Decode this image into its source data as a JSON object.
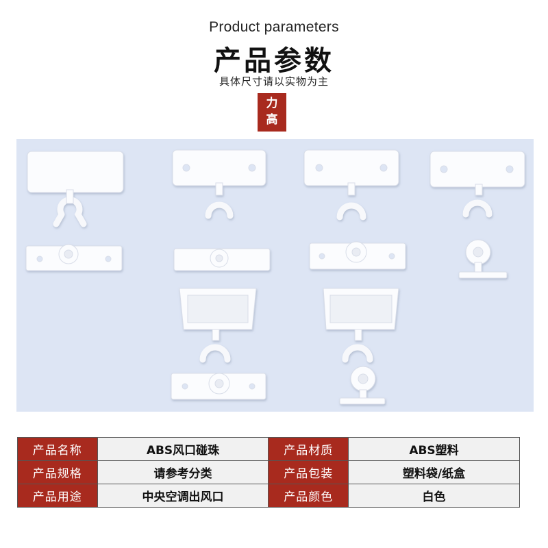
{
  "header": {
    "title_en": "Product parameters",
    "title_cn": "产品参数",
    "subtitle": "具体尺寸请以实物为主"
  },
  "brand": {
    "char1": "力",
    "char2": "高",
    "color": "#a82a1e"
  },
  "photo": {
    "background": "#dde5f4",
    "items": [
      "clip-with-bracket",
      "base-plate",
      "t-hook-base",
      "box-clip"
    ]
  },
  "params": {
    "rows": [
      {
        "label1": "产品名称",
        "value1": "ABS风口碰珠",
        "label2": "产品材质",
        "value2": "ABS塑料"
      },
      {
        "label1": "产品规格",
        "value1": "请参考分类",
        "label2": "产品包装",
        "value2": "塑料袋/纸盒"
      },
      {
        "label1": "产品用途",
        "value1": "中央空调出风口",
        "label2": "产品颜色",
        "value2": "白色"
      }
    ],
    "label_bg": "#a82a1e",
    "value_bg": "#f1f1f1"
  }
}
